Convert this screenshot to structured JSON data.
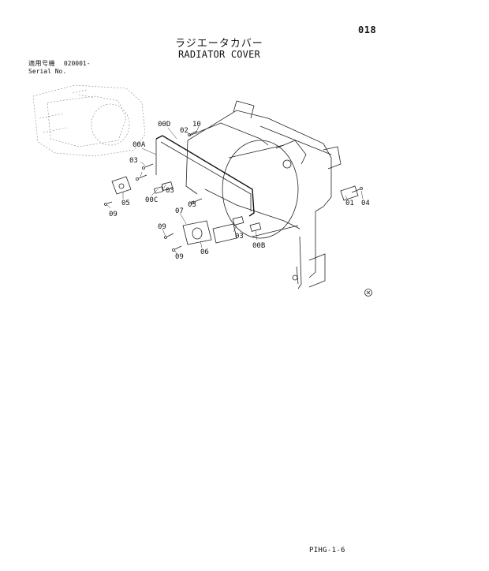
{
  "header": {
    "page_number": "018",
    "title_jp": "ラジエータカバー",
    "title_en": "RADIATOR COVER"
  },
  "serial": {
    "label_jp": "適用号機",
    "number": "020001-",
    "label_en": "Serial No."
  },
  "callouts": {
    "c00D": "00D",
    "c02": "02",
    "c10": "10",
    "c00A": "00A",
    "c03a": "03",
    "c03b": "03",
    "c00C": "00C",
    "c05": "05",
    "c09a": "09",
    "c03c": "03",
    "c07": "07",
    "c09b": "09",
    "c03d": "03",
    "c00B": "00B",
    "c06": "06",
    "c09c": "09",
    "c01": "01",
    "c04": "04"
  },
  "footer": {
    "code": "PIHG-1-6"
  }
}
